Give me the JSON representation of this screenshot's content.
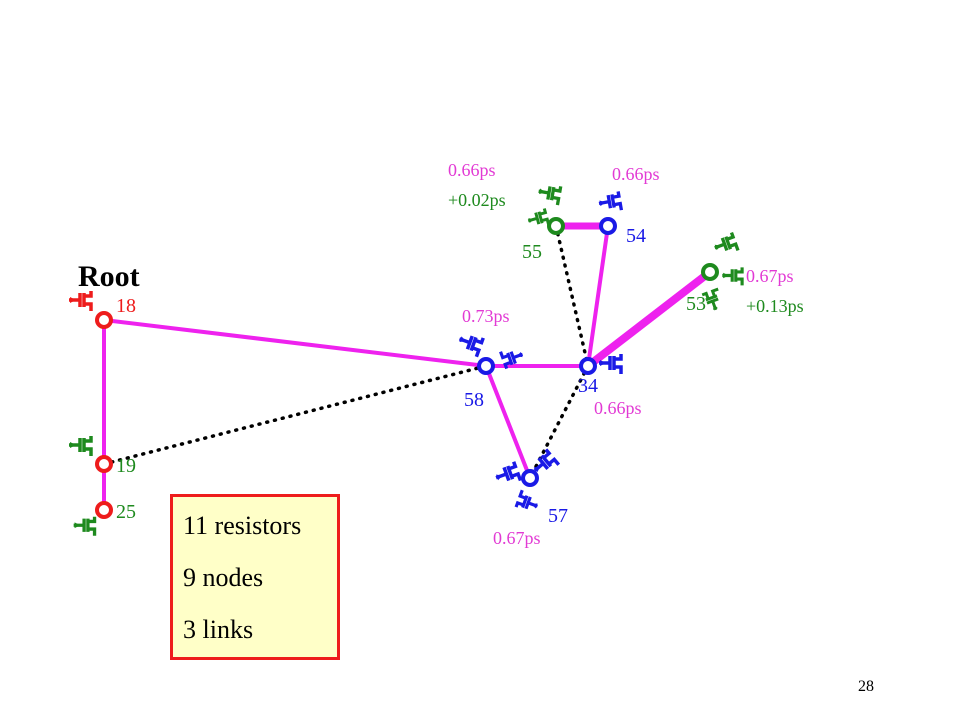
{
  "title": "Root",
  "nodes": {
    "n18": "18",
    "n19": "19",
    "n25": "25",
    "n58": "58",
    "n34": "34",
    "n57": "57",
    "n55": "55",
    "n54": "54",
    "n53": "53"
  },
  "delays": {
    "d55_a": "0.66ps",
    "d55_b": "+0.02ps",
    "d54": "0.66ps",
    "d53_a": "0.67ps",
    "d53_b": "+0.13ps",
    "d58": "0.73ps",
    "d34": "0.66ps",
    "d57": "0.67ps"
  },
  "stats": [
    "11 resistors",
    "9 nodes",
    "3 links"
  ],
  "page_number": "28",
  "colors": {
    "wire": "#ee22ee",
    "red": "#ee1c1c",
    "blue": "#1a1ae6",
    "green": "#1e8a1e",
    "label_pink": "#e23ad4",
    "legend_bg": "#ffffc8"
  }
}
